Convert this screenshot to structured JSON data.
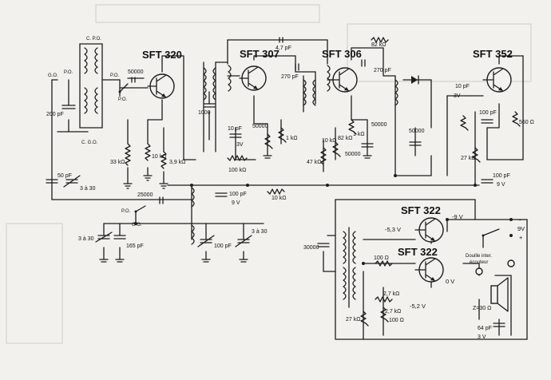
{
  "transistors": [
    {
      "id": "t1",
      "label": "SFT 320"
    },
    {
      "id": "t2",
      "label": "SFT 307"
    },
    {
      "id": "t3",
      "label": "SFT 306"
    },
    {
      "id": "t4",
      "label": "SFT 352"
    },
    {
      "id": "t5",
      "label": "SFT 322"
    },
    {
      "id": "t6",
      "label": "SFT 322"
    }
  ],
  "components": {
    "c_50000a": "50000",
    "c_200pf": "200 pF",
    "c_50pf": "50 pF",
    "c_3a30_a": "3 à 30",
    "r_33k": "33 kΩ",
    "r_10k_a": "10 kΩ",
    "r_39k": "3,9 kΩ",
    "c_25000": "25000",
    "c_1000": "1000",
    "c_47pf": "4,7 pF",
    "c_10pf_a": "10 pF",
    "v_3v": "3V",
    "r_100k_a": "100 kΩ",
    "c_50000b": "50000",
    "r_1k_a": "1 kΩ",
    "c_270pf_a": "270 pF",
    "c_100pf_a": "100 pF",
    "v_9v_a": "9 V",
    "r_10k_b": "10 kΩ",
    "r_82k": "82 kΩ",
    "c_270pf_b": "270 pF",
    "r_1k_b": "1 kΩ",
    "c_50000c": "50000",
    "c_50000d": "50000",
    "r_47k": "47 kΩ",
    "r_10k_c": "10 kΩ",
    "r_82k_b": "82 kΩ",
    "c_50000e": "50000",
    "c_10pf_b": "10 pF",
    "v_3v_b": "3V",
    "c_100pf_b": "100 pF",
    "r_560": "560 Ω",
    "r_27k": "27 kΩ",
    "c_100pf_c": "100 pF",
    "v_9v_b": "9 V",
    "c_3a30_b": "3 à 30",
    "c_165pf": "165 pF",
    "c_100pf_d": "100 pF",
    "c_3a30_c": "3 à 30",
    "c_30000": "30000",
    "r_100": "100 Ω",
    "r_27k_b": "2,7 kΩ",
    "r_27k_c": "2,7 kΩ",
    "r_100_b": "100 Ω",
    "r_27k_d": "27 kΩ",
    "c_64pf": "64 pF",
    "v_3v_c": "3 V",
    "imp": "Z=30 Ω"
  },
  "labels": {
    "po_top": "P.O.",
    "go_left": "G.O.",
    "cpo": "C. P.O.",
    "po_mid": "P.O.",
    "po_right": "P.O.",
    "cgo": "C. G.O.",
    "po_bottom": "P.O.",
    "go_bottom": "G.O."
  },
  "voltages": {
    "v_53": "-5,3 V",
    "v_9v": "-9 V",
    "v_52": "-5,2 V",
    "v_0v": "0 V",
    "minus": "-",
    "plus": "+",
    "batt": "9V"
  },
  "jack": {
    "line1": "Douille inter.",
    "line2": "écouteur"
  }
}
